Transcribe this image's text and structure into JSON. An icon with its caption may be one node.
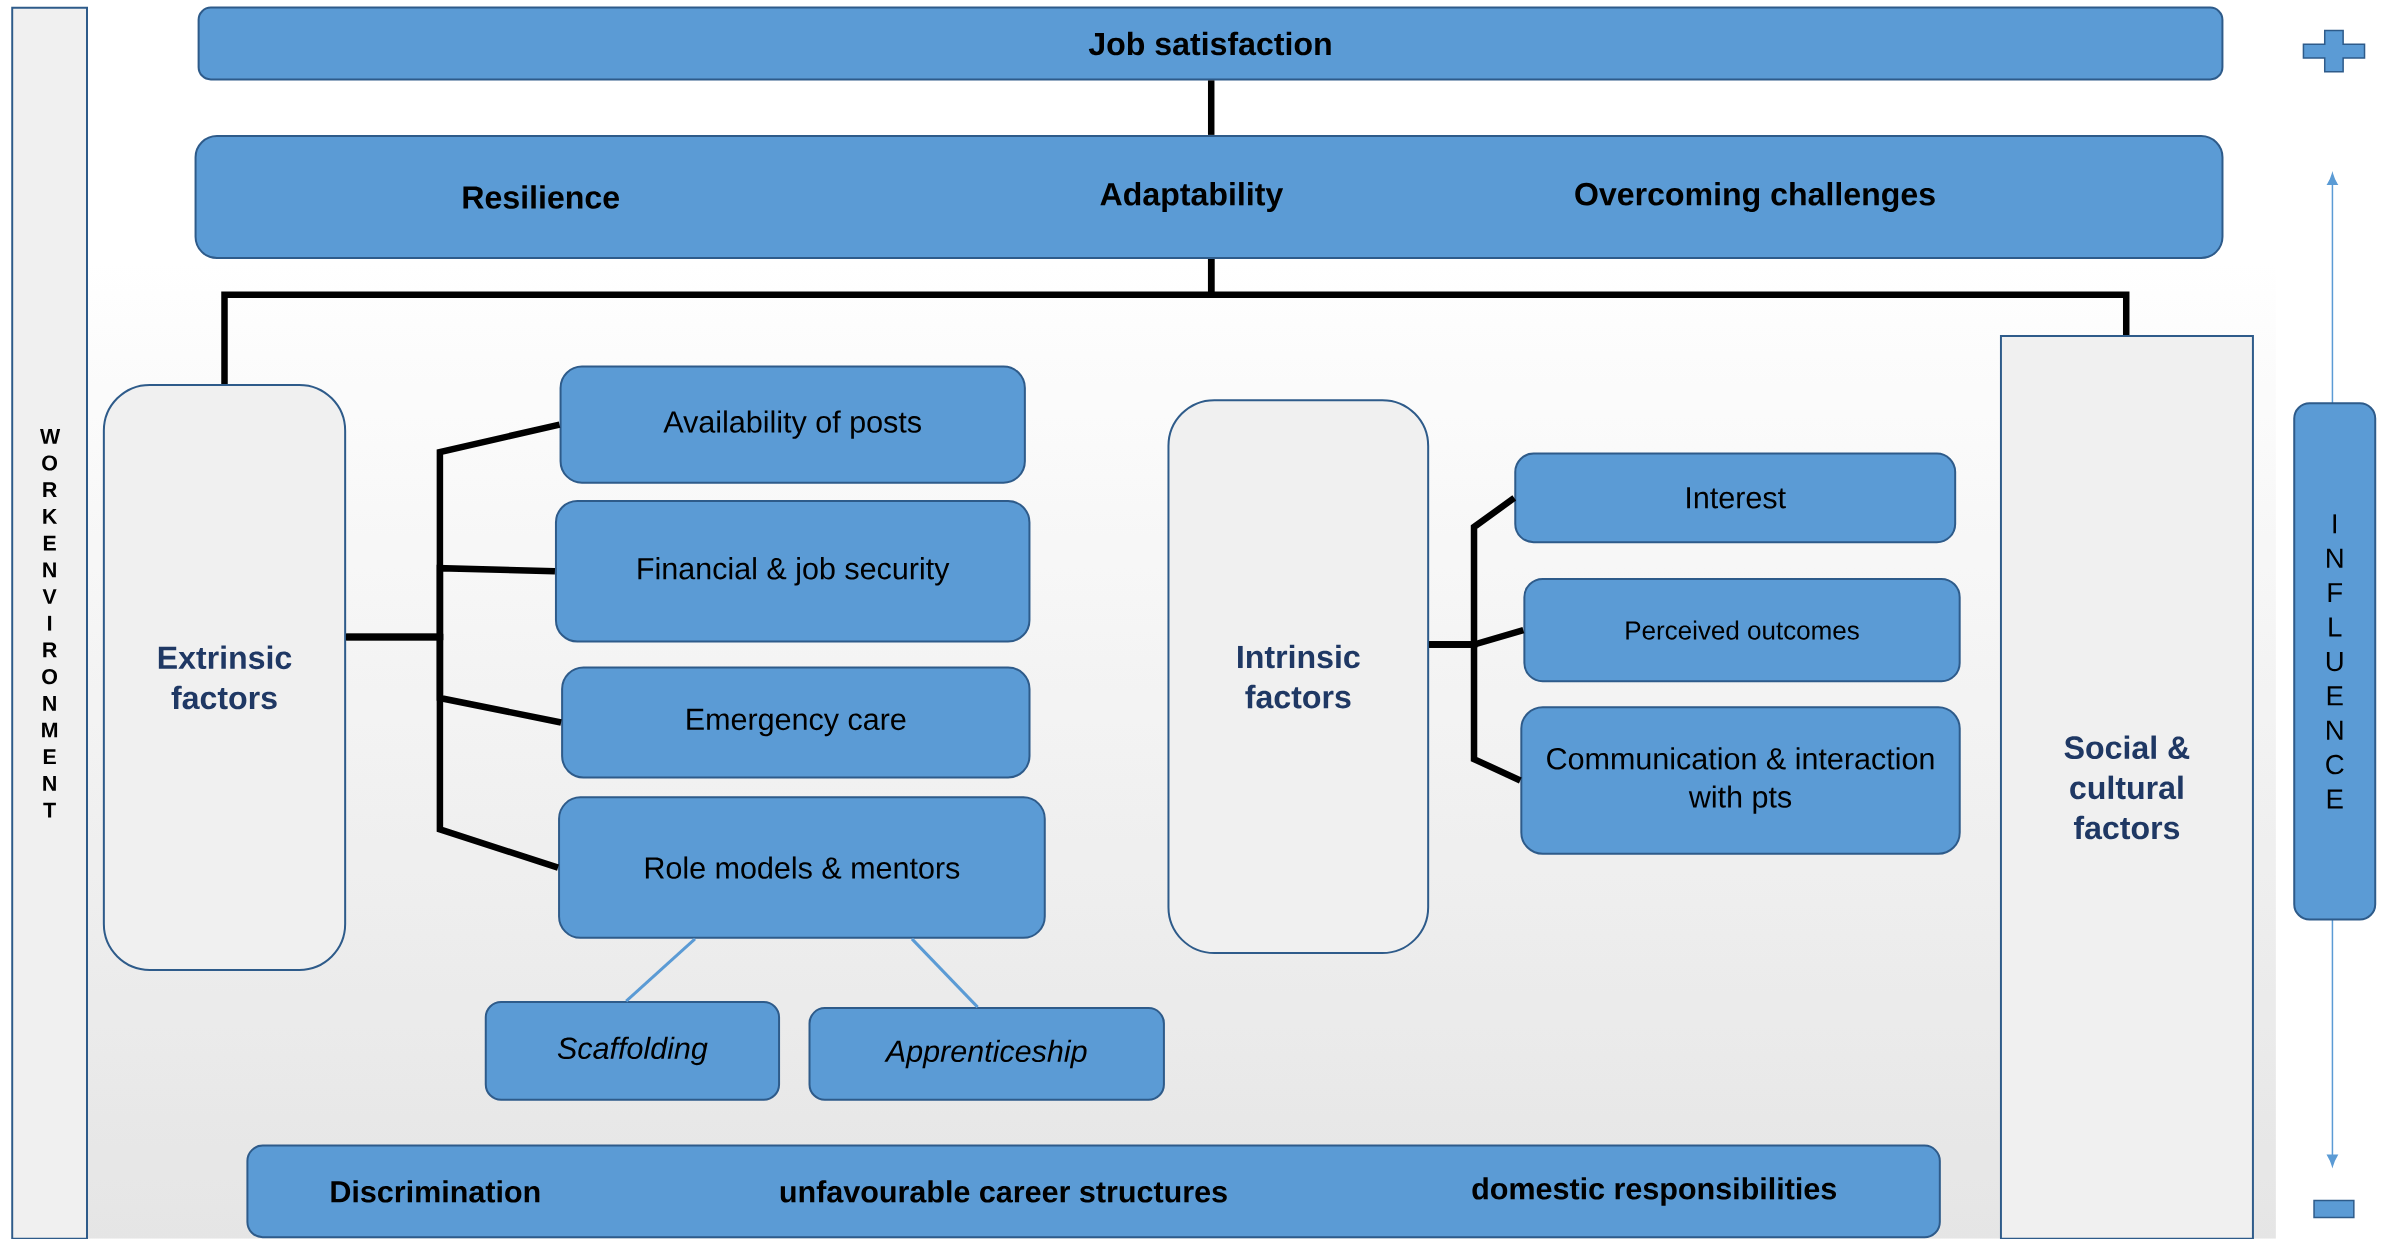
{
  "diagram": {
    "nodes": [
      {
        "text": [
          "W O R K E N V I R O N M E N T"
        ]
      },
      {
        "text": [
          "Job satisfaction"
        ]
      },
      {
        "text": [
          "Resilience",
          "Adaptability",
          "Overcoming challenges"
        ]
      },
      {
        "text": [
          "Extrinsic factors"
        ]
      },
      {
        "text": [
          "Availability of posts"
        ]
      },
      {
        "text": [
          "Financial & job security"
        ]
      },
      {
        "text": [
          "Emergency care"
        ]
      },
      {
        "text": [
          "Role models & mentors"
        ]
      },
      {
        "text": [
          "Scaffolding"
        ]
      },
      {
        "text": [
          "Apprenticeship"
        ]
      },
      {
        "text": [
          "Intrinsic factors"
        ]
      },
      {
        "text": [
          "Interest"
        ]
      },
      {
        "text": [
          "Perceived outcomes"
        ]
      },
      {
        "text": [
          "Communication & interaction with pts"
        ]
      },
      {
        "text": [
          "Social & cultural factors"
        ]
      },
      {
        "text": [
          "Discrimination",
          "unfavourable career structures",
          "domestic responsibilities"
        ]
      },
      {
        "text": [
          "I N F L U E N C E"
        ]
      }
    ],
    "edges": [
      {
        "from": 1,
        "to": 2,
        "arrow": "none"
      },
      {
        "from": 2,
        "to": 3,
        "arrow": "none"
      },
      {
        "from": 2,
        "to": 14,
        "arrow": "none"
      },
      {
        "from": 3,
        "to": 4,
        "arrow": "none"
      },
      {
        "from": 3,
        "to": 5,
        "arrow": "none"
      },
      {
        "from": 3,
        "to": 6,
        "arrow": "none"
      },
      {
        "from": 3,
        "to": 7,
        "arrow": "none"
      },
      {
        "from": 7,
        "to": 8,
        "arrow": "none",
        "color": "#5b9bd5"
      },
      {
        "from": 7,
        "to": 9,
        "arrow": "none",
        "color": "#5b9bd5"
      },
      {
        "from": 10,
        "to": 11,
        "arrow": "none"
      },
      {
        "from": 10,
        "to": 12,
        "arrow": "none"
      },
      {
        "from": 10,
        "to": 13,
        "arrow": "none"
      }
    ]
  }
}
